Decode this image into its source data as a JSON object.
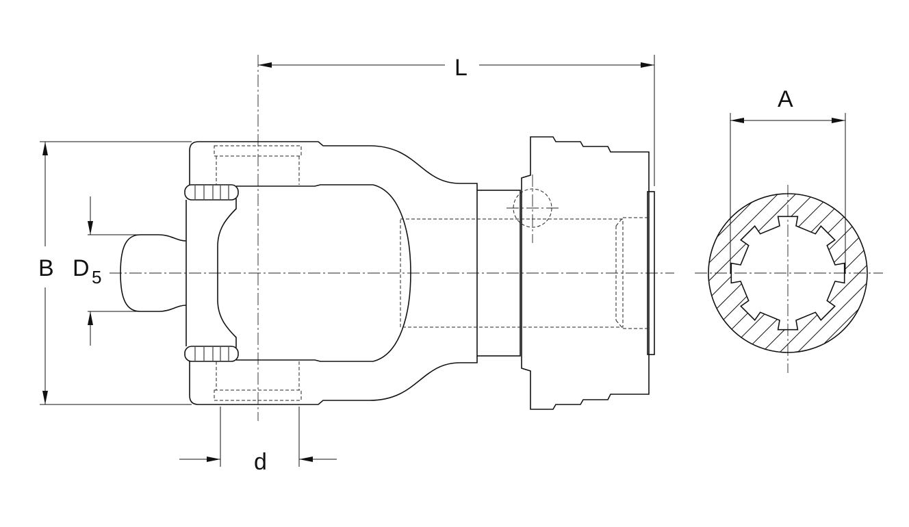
{
  "drawing": {
    "labels": {
      "length": "L",
      "spline_diameter": "A",
      "yoke_width": "B",
      "ball_prefix": "D",
      "ball_suffix": "5",
      "pin_diameter": "d"
    },
    "spline_teeth": 8,
    "line_color": "#111111"
  }
}
